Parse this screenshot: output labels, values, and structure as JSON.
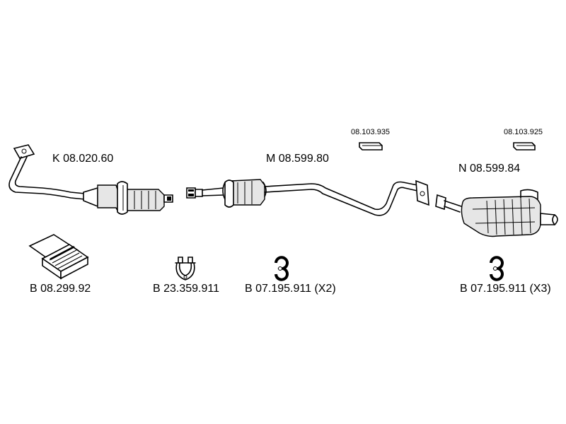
{
  "parts": {
    "front_pipe": "K 08.020.60",
    "middle_silencer": "M 08.599.80",
    "rear_silencer": "N 08.599.84",
    "mount_kit": "B 08.299.92",
    "clamp": "B 23.359.911",
    "rubber_ring_x2": "B 07.195.911 (X2)",
    "rubber_ring_x3": "B 07.195.911 (X3)",
    "bracket_middle": "08.103.935",
    "bracket_rear": "08.103.925"
  },
  "colors": {
    "line": "#000000",
    "background": "#ffffff",
    "shade": "#e6e6e6"
  }
}
